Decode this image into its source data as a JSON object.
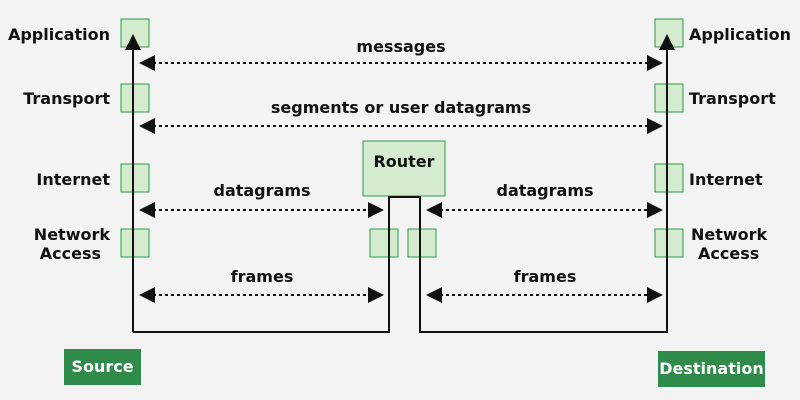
{
  "left_layers": [
    "Application",
    "Transport",
    "Internet",
    [
      "Network",
      "Access"
    ]
  ],
  "right_layers": [
    "Application",
    "Transport",
    "Internet",
    [
      "Network",
      "Access"
    ]
  ],
  "messages": {
    "messages": "messages",
    "segments": "segments or user datagrams",
    "datagrams_left": "datagrams",
    "datagrams_right": "datagrams",
    "frames_left": "frames",
    "frames_right": "frames"
  },
  "router_label": "Router",
  "source_label": "Source",
  "destination_label": "Destination",
  "colors": {
    "box_fill": "#d5ebd0",
    "box_stroke": "#2e9a4a",
    "tag_fill": "#2e8b4a"
  }
}
